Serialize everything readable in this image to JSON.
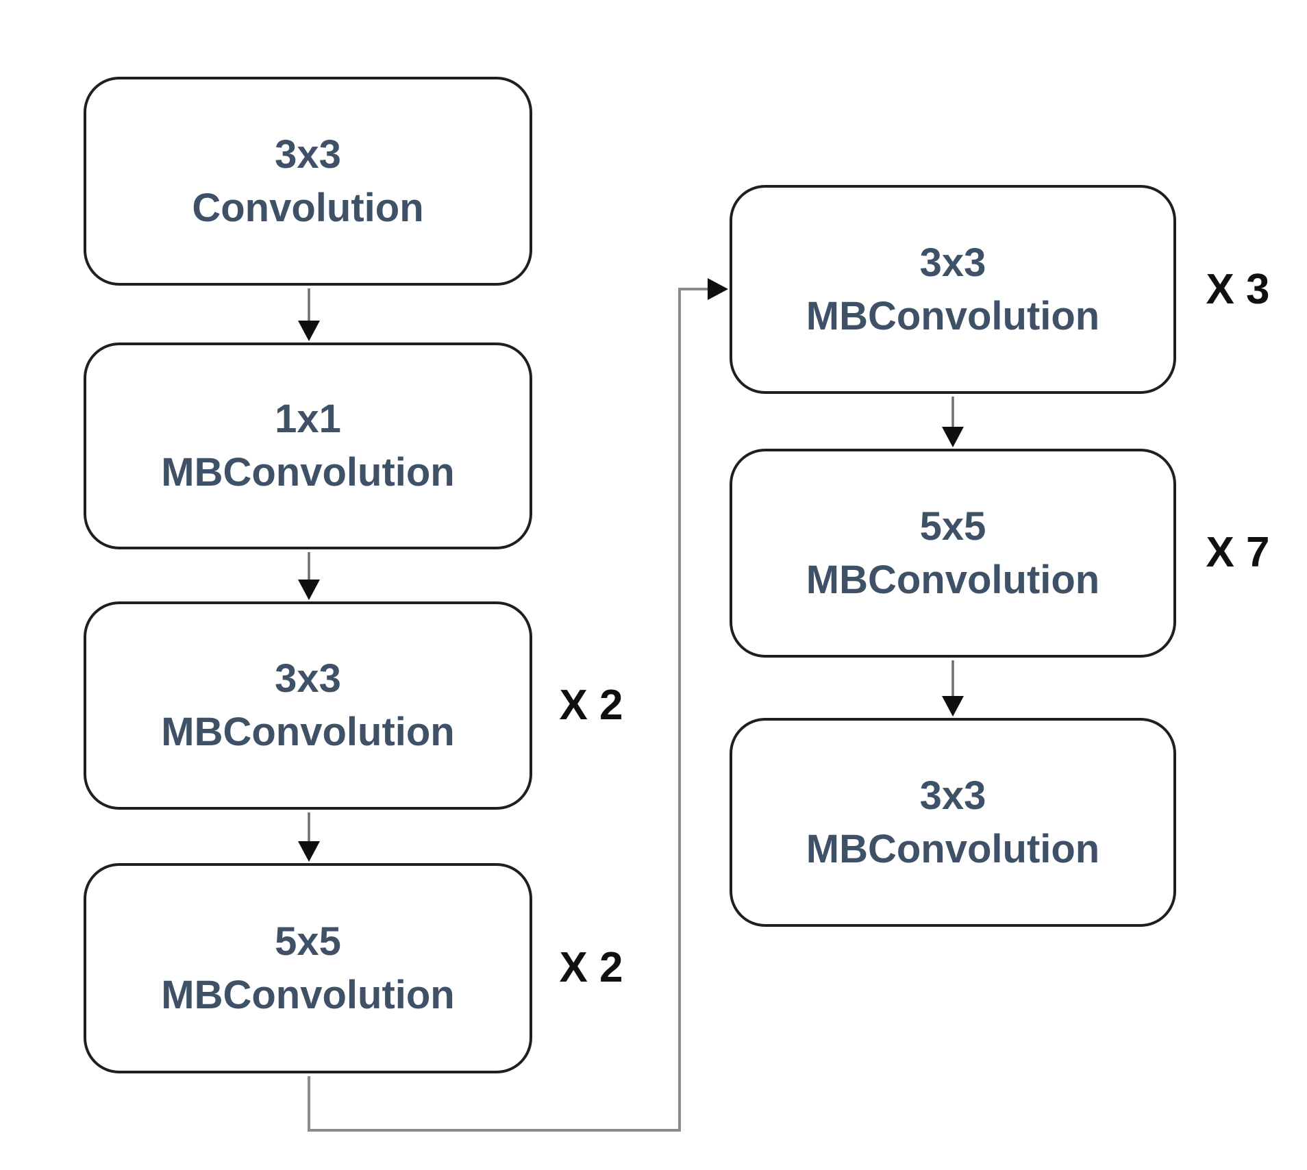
{
  "diagram": {
    "description": "CNN architecture flowchart with repeated MBConvolution blocks",
    "left_column": [
      {
        "kernel": "3x3",
        "type": "Convolution",
        "multiplier": ""
      },
      {
        "kernel": "1x1",
        "type": "MBConvolution",
        "multiplier": ""
      },
      {
        "kernel": "3x3",
        "type": "MBConvolution",
        "multiplier": "X 2"
      },
      {
        "kernel": "5x5",
        "type": "MBConvolution",
        "multiplier": "X 2"
      }
    ],
    "right_column": [
      {
        "kernel": "3x3",
        "type": "MBConvolution",
        "multiplier": "X 3"
      },
      {
        "kernel": "5x5",
        "type": "MBConvolution",
        "multiplier": "X 7"
      },
      {
        "kernel": "3x3",
        "type": "MBConvolution",
        "multiplier": ""
      }
    ],
    "colors": {
      "background": "#ffffff",
      "box_fill": "#ffffff",
      "box_border": "#1f1f1f",
      "text": "#3f5166",
      "multiplier_text": "#101010",
      "arrow_line": "#6e6e6e",
      "skip_line": "#8c8c8c",
      "arrowhead": "#0f0f0f"
    }
  }
}
